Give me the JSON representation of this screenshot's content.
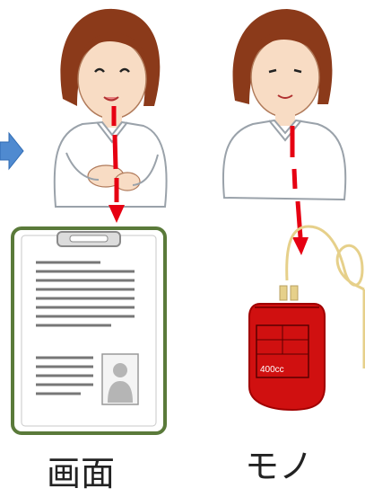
{
  "labels": {
    "screen": "画面",
    "thing": "モノ"
  },
  "blood_bag": {
    "volume_label": "400cc"
  },
  "icons": {
    "arrow": "arrow-right-icon",
    "nurse_left": "nurse-icon",
    "nurse_right": "nurse-icon",
    "clipboard": "clipboard-icon",
    "blood_bag": "blood-bag-icon",
    "photo": "person-silhouette-icon"
  },
  "colors": {
    "arrow_fill": "#4f8ad0",
    "dash_red": "#e60012",
    "clipboard_frame": "#5a7a3a",
    "bag_red": "#d01010",
    "hair": "#8b3a1a",
    "skin": "#f8dcc4"
  }
}
